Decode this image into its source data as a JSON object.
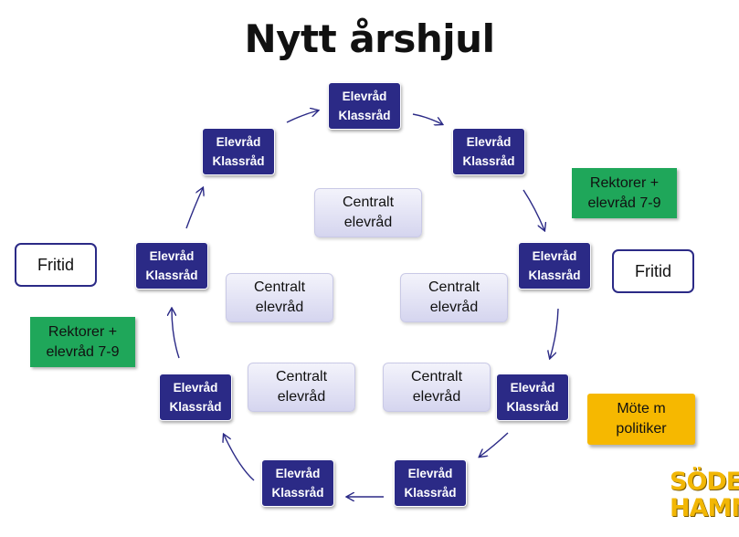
{
  "title": "Nytt årshjul",
  "cycle_nodes": [
    {
      "line1": "Elevråd",
      "line2": "Klassråd"
    },
    {
      "line1": "Elevråd",
      "line2": "Klassråd"
    },
    {
      "line1": "Elevråd",
      "line2": "Klassråd"
    },
    {
      "line1": "Elevråd",
      "line2": "Klassråd"
    },
    {
      "line1": "Elevråd",
      "line2": "Klassråd"
    },
    {
      "line1": "Elevråd",
      "line2": "Klassråd"
    },
    {
      "line1": "Elevråd",
      "line2": "Klassråd"
    },
    {
      "line1": "Elevråd",
      "line2": "Klassråd"
    },
    {
      "line1": "Elevråd",
      "line2": "Klassråd"
    }
  ],
  "central_nodes": [
    {
      "line1": "Centralt",
      "line2": "elevråd"
    },
    {
      "line1": "Centralt",
      "line2": "elevråd"
    },
    {
      "line1": "Centralt",
      "line2": "elevråd"
    },
    {
      "line1": "Centralt",
      "line2": "elevråd"
    },
    {
      "line1": "Centralt",
      "line2": "elevråd"
    }
  ],
  "side_boxes": {
    "fritid_left": "Fritid",
    "fritid_right": "Fritid",
    "rektorer_right": {
      "line1": "Rektorer +",
      "line2": "elevråd 7-9"
    },
    "rektorer_left": {
      "line1": "Rektorer +",
      "line2": "elevråd 7-9"
    },
    "mote": {
      "line1": "Möte m",
      "line2": "politiker"
    }
  },
  "logo": {
    "line1": "SÖDER",
    "line2": "HAMN!"
  },
  "colors": {
    "node": "#2b2a86",
    "green": "#1fa75a",
    "yellow": "#f6b800",
    "arrow": "#2b2a86",
    "logo": "#f2b705"
  }
}
